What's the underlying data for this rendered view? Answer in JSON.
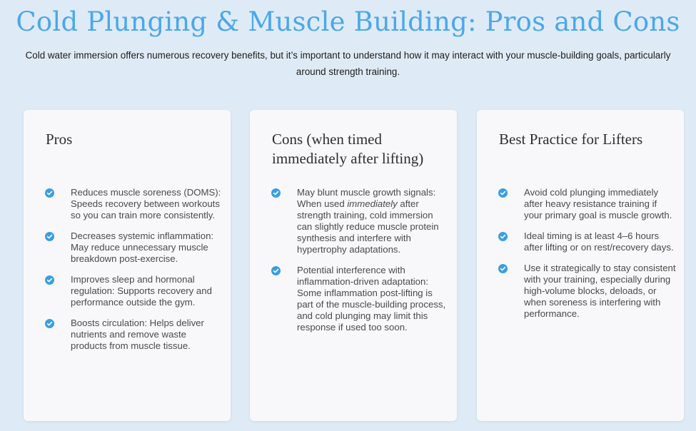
{
  "title": "Cold Plunging & Muscle Building: Pros and Cons",
  "intro": "Cold water immersion offers numerous recovery benefits, but it’s important to understand how it may interact with your muscle-building goals, particularly around strength training.",
  "colors": {
    "accent": "#4aa7ec",
    "check": "#3a9ee3",
    "background": "#deebf6",
    "card": "#f8f8fa"
  },
  "cards": [
    {
      "heading": "Pros",
      "items": [
        "Reduces muscle soreness (DOMS): Speeds recovery between workouts so you can train more consistently.",
        "Decreases systemic inflammation: May reduce unnecessary muscle breakdown post-exercise.",
        "Improves sleep and hormonal regulation: Supports recovery and performance outside the gym.",
        "Boosts circulation: Helps deliver nutrients and remove waste products from muscle tissue."
      ]
    },
    {
      "heading": "Cons (when timed immediately after lifting)",
      "items": [
        {
          "a": "May blunt muscle growth signals: When used ",
          "em": "immediately",
          "b": " after strength training, cold immersion can slightly reduce muscle protein synthesis and interfere with hypertrophy adaptations."
        },
        "Potential interference with inflammation-driven adaptation: Some inflammation post-lifting is part of the muscle-building process, and cold plunging may limit this response if used too soon."
      ]
    },
    {
      "heading": "Best Practice for Lifters",
      "items": [
        "Avoid cold plunging immediately after heavy resistance training if your primary goal is muscle growth.",
        "Ideal timing is at least 4–6 hours after lifting or on rest/recovery days.",
        "Use it strategically to stay consistent with your training, especially during high-volume blocks, deloads, or when soreness is interfering with performance."
      ]
    }
  ]
}
